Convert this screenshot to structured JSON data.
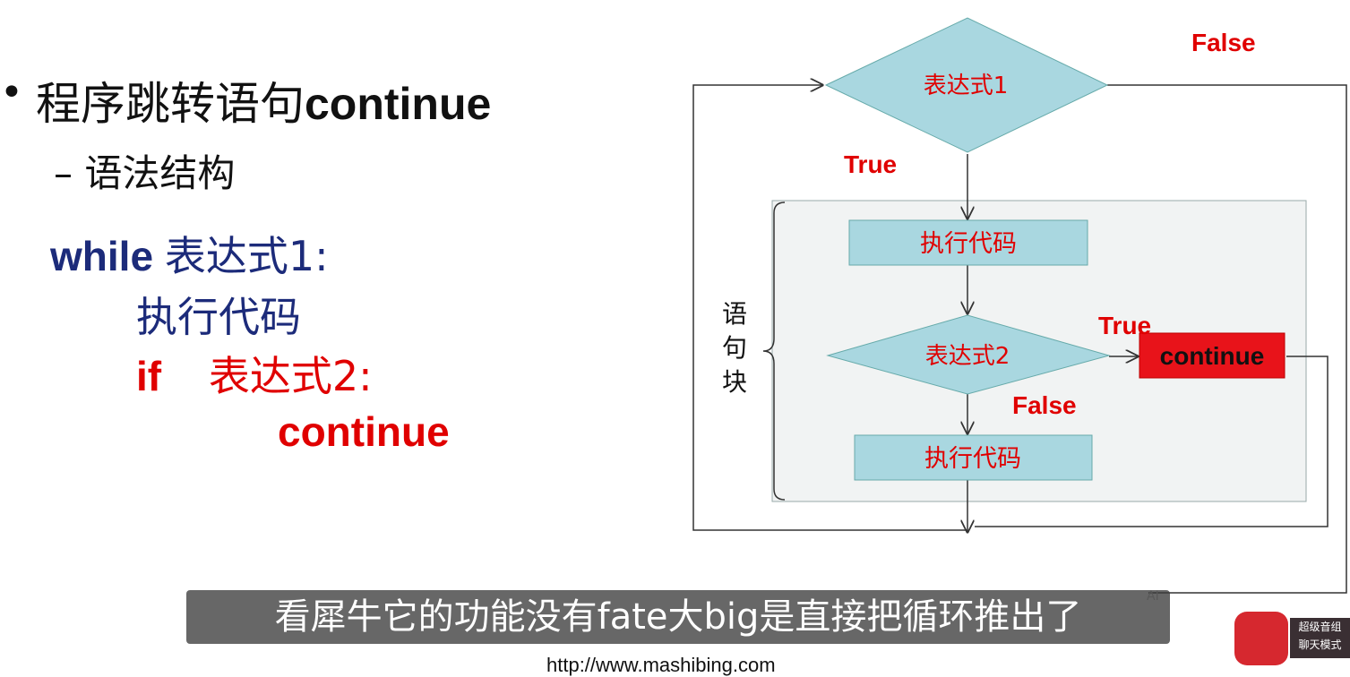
{
  "slide": {
    "bullet": "•",
    "title_cn": "程序跳转语句",
    "title_en": "continue",
    "subtitle": "– 语法结构"
  },
  "code": {
    "line1_kw": "while",
    "line1_expr": "表达式1:",
    "line2": "执行代码",
    "line3_kw": "if",
    "line3_expr": "表达式2:",
    "line4": "continue"
  },
  "flowchart": {
    "diamond1": "表达式1",
    "diamond2": "表达式2",
    "box1": "执行代码",
    "box2": "执行代码",
    "continue_box": "continue",
    "label_true1": "True",
    "label_false1": "False",
    "label_true2": "True",
    "label_false2": "False",
    "block_label_1": "语",
    "block_label_2": "句",
    "block_label_3": "块",
    "colors": {
      "diamond": "#a9d7e0",
      "box": "#a9d7e0",
      "continue": "#e8131a",
      "label": "#e00000"
    }
  },
  "caption": {
    "text": "看犀牛它的功能没有fate大big是直接把循环推出了"
  },
  "footer": {
    "url": "http://www.mashibing.com",
    "app_label_1": "超级音组",
    "app_label_2": "聊天模式",
    "ai": "AI"
  }
}
